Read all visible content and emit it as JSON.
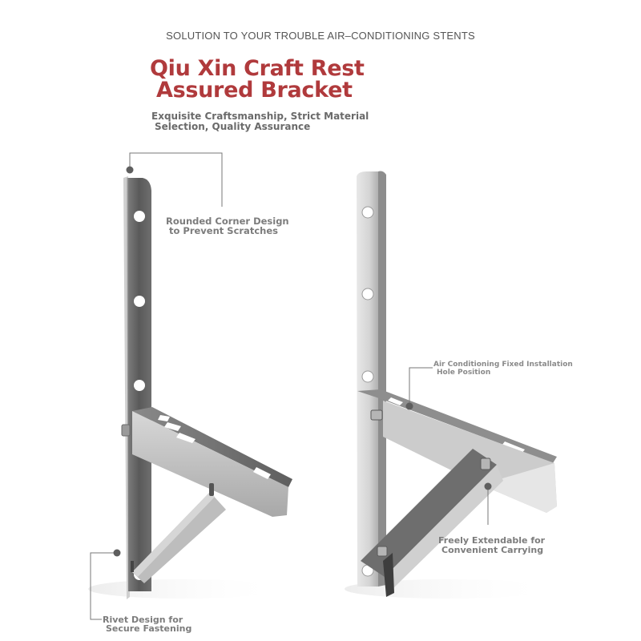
{
  "header": {
    "tagline": "SOLUTION TO YOUR TROUBLE AIR–CONDITIONING STENTS",
    "title_line1": "Qiu Xin Craft Rest",
    "title_line2": "Assured Bracket",
    "subtitle_line1": "Exquisite Craftsmanship, Strict Material",
    "subtitle_line2": "Selection, Quality Assurance"
  },
  "annotations": [
    {
      "id": "rounded-corner",
      "line1": "Rounded Corner Design",
      "line2": "to Prevent Scratches"
    },
    {
      "id": "installation-hole",
      "line1": "Air Conditioning Fixed Installation",
      "line2": "Hole Position"
    },
    {
      "id": "extendable",
      "line1": "Freely Extendable for",
      "line2": "Convenient Carrying"
    },
    {
      "id": "rivet",
      "line1": "Rivet Design for",
      "line2": "Secure Fastening"
    }
  ],
  "images": {
    "left_bracket": "stainless-steel-bracket-side-view",
    "right_bracket": "stainless-steel-bracket-angled-view"
  },
  "colors": {
    "title": "#b03a3c",
    "subtitle": "#6a6a6a",
    "annotation_text": "#7c7c7c",
    "leader_line": "#777777",
    "leader_dot": "#5e5e5e"
  }
}
